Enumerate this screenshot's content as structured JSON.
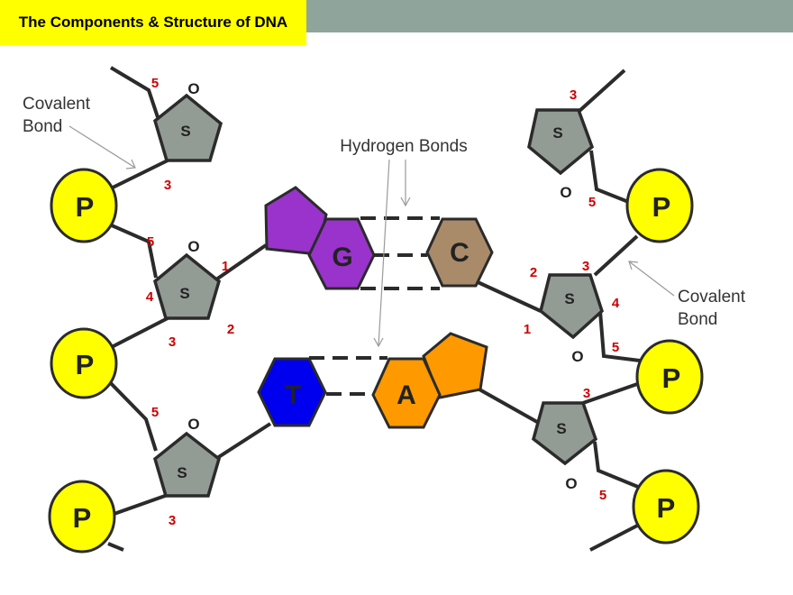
{
  "header": {
    "title": "The Components & Structure of DNA"
  },
  "labels": {
    "phosphate": "P",
    "sugar": "S",
    "oxygen": "O",
    "guanine": "G",
    "cytosine": "C",
    "thymine": "T",
    "adenine": "A",
    "hydrogen_bonds": "Hydrogen Bonds",
    "covalent_left_line1": "Covalent",
    "covalent_left_line2": "Bond",
    "covalent_right_line1": "Covalent",
    "covalent_right_line2": "Bond"
  },
  "carbon_numbers": {
    "five": "5",
    "four": "4",
    "three": "3",
    "two": "2",
    "one": "1"
  },
  "colors": {
    "title_bg": "#ffff00",
    "stripe": "#8fa59b",
    "phosphate": "#ffff00",
    "sugar": "#939b95",
    "guanine": "#9933cc",
    "cytosine": "#a98b6a",
    "thymine": "#0000ee",
    "adenine": "#ff9900",
    "carbon_number": "#cc0000"
  }
}
